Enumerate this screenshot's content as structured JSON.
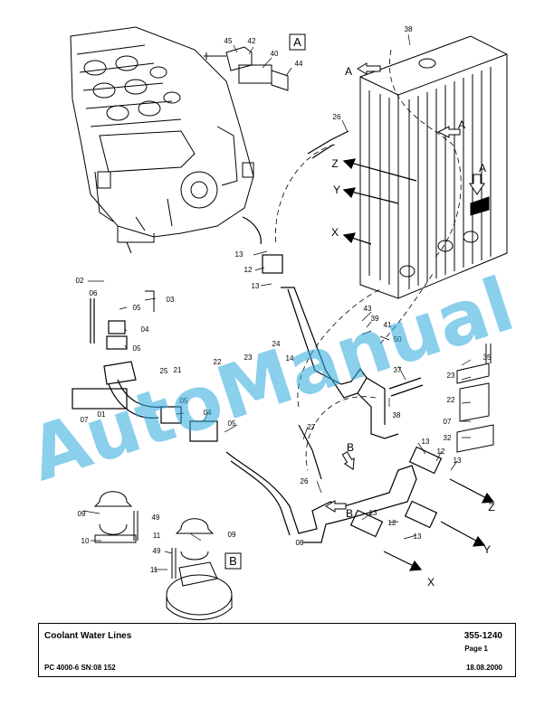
{
  "title_block": {
    "title": "Coolant Water Lines",
    "doc_number": "355-1240",
    "page": "Page 1",
    "model": "PC 4000-6 SN:08 152",
    "date": "18.08.2000"
  },
  "watermark": "AutoManual",
  "detail_labels": {
    "a": "A",
    "b": "B"
  },
  "view_arrows": {
    "a": "A",
    "b": "B"
  },
  "direction_letters": {
    "x": "X",
    "y": "Y",
    "z": "Z"
  },
  "callouts": {
    "c45": "45",
    "c42": "42",
    "c40": "40",
    "c44": "44",
    "c38a": "38",
    "c26a": "26",
    "c13a": "13",
    "c12a": "12",
    "c13b": "13",
    "c02": "02",
    "c06": "06",
    "c03": "03",
    "c05a": "05",
    "c04a": "04",
    "c05b": "05",
    "c25": "25",
    "c21": "21",
    "c22a": "22",
    "c23a": "23",
    "c24": "24",
    "c14": "14",
    "c43": "43",
    "c39": "39",
    "c41": "41",
    "c50": "50",
    "c37": "37",
    "c38b": "38",
    "c35": "35",
    "c23b": "23",
    "c22b": "22",
    "c07b": "07",
    "c32": "32",
    "c07a": "07",
    "c01": "01",
    "c05c": "05",
    "c04b": "04",
    "c05d": "05",
    "c27": "27",
    "c26b": "26",
    "c13c": "13",
    "c12b": "12",
    "c13d": "13",
    "c13e": "13",
    "c12c": "12",
    "c13f": "13",
    "c08": "08",
    "c09a": "09",
    "c49a": "49",
    "c10": "10",
    "c11a": "11",
    "c09b": "09",
    "c49b": "49",
    "c11b": "11"
  }
}
